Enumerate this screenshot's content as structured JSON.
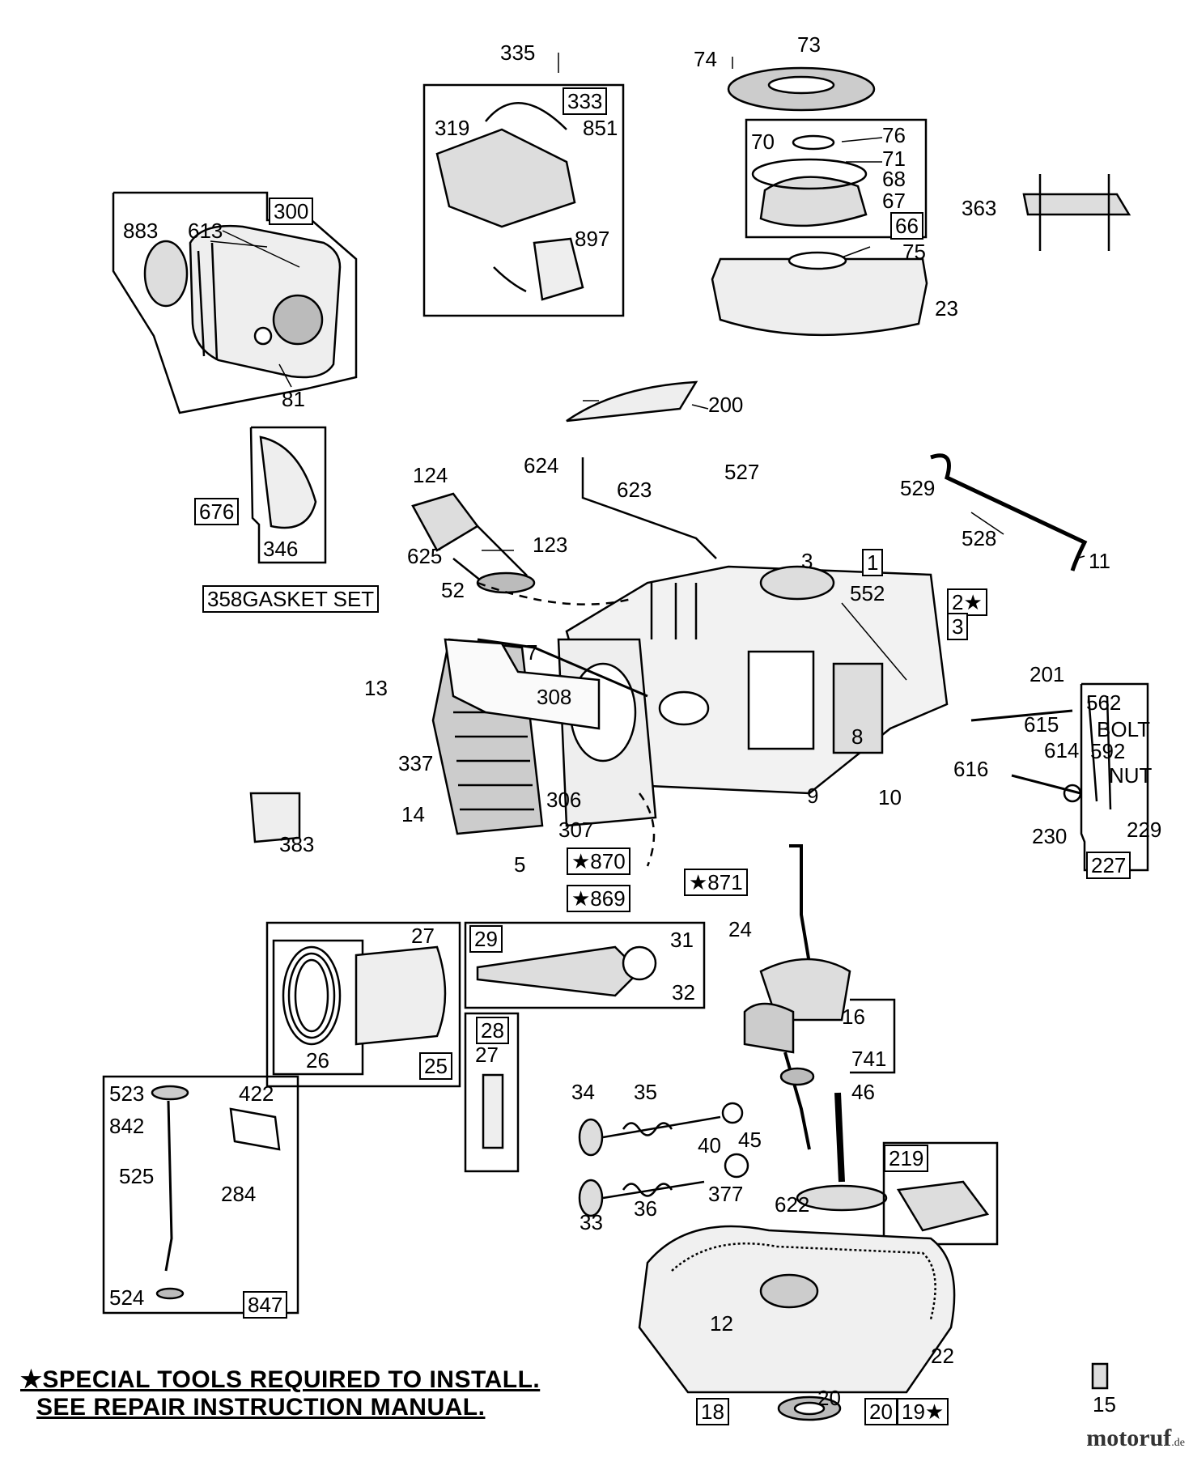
{
  "callouts": {
    "c335": "335",
    "c333": "333",
    "c319": "319",
    "c851": "851",
    "c897": "897",
    "c74": "74",
    "c73": "73",
    "c70": "70",
    "c76": "76",
    "c71": "71",
    "c68": "68",
    "c67": "67",
    "c66": "66",
    "c75": "75",
    "c23": "23",
    "c363": "363",
    "c300": "300",
    "c883": "883",
    "c613": "613",
    "c81": "81",
    "c200": "200",
    "c676": "676",
    "c346": "346",
    "c124": "124",
    "c123": "123",
    "c625": "625",
    "c52": "52",
    "c624": "624",
    "c623": "623",
    "c527": "527",
    "c529": "529",
    "c528": "528",
    "c11": "11",
    "c1": "1",
    "c552": "552",
    "c2star": "2★",
    "c3": "3",
    "c3b": "3",
    "c7": "7",
    "c308": "308",
    "c13": "13",
    "c337": "337",
    "c14": "14",
    "c306": "306",
    "c307": "307",
    "c5": "5",
    "c8": "8",
    "c9": "9",
    "c10": "10",
    "c870": "★870",
    "c869": "★869",
    "c871": "★871",
    "c383": "383",
    "c201": "201",
    "c562": "562",
    "c615": "615",
    "c614": "614",
    "c616": "616",
    "c230": "230",
    "c229": "229",
    "c227": "227",
    "c27a": "27",
    "c26": "26",
    "c25": "25",
    "c29": "29",
    "c31": "31",
    "c32": "32",
    "c28": "28",
    "c27b": "27",
    "c24": "24",
    "c16": "16",
    "c741": "741",
    "c523": "523",
    "c422": "422",
    "c842": "842",
    "c525": "525",
    "c284": "284",
    "c524": "524",
    "c847": "847",
    "c34": "34",
    "c35": "35",
    "c46": "46",
    "c40": "40",
    "c45": "45",
    "c33": "33",
    "c36": "36",
    "c377": "377",
    "c622": "622",
    "c219": "219",
    "c12": "12",
    "c22": "22",
    "c18": "18",
    "c20": "20",
    "c20b": "20",
    "c19star": "19★",
    "c15": "15"
  },
  "text": {
    "gasket_set": "358GASKET SET",
    "bolt": "BOLT",
    "num592": "592",
    "nut": "NUT",
    "note_line1": "★SPECIAL TOOLS REQUIRED TO INSTALL.",
    "note_line2": "SEE REPAIR INSTRUCTION MANUAL.",
    "brand_name": "motoruf",
    "brand_tld": ".de"
  }
}
